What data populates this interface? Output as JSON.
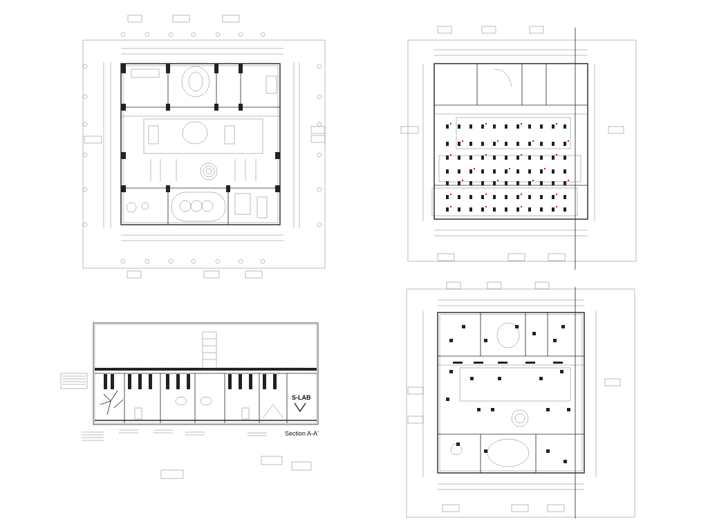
{
  "section": {
    "title": "Section A-A'",
    "logo_text": "S-LAB"
  },
  "drawings": {
    "sheets": [
      "floor-plan",
      "lighting-plan",
      "section",
      "furniture-plan"
    ]
  }
}
